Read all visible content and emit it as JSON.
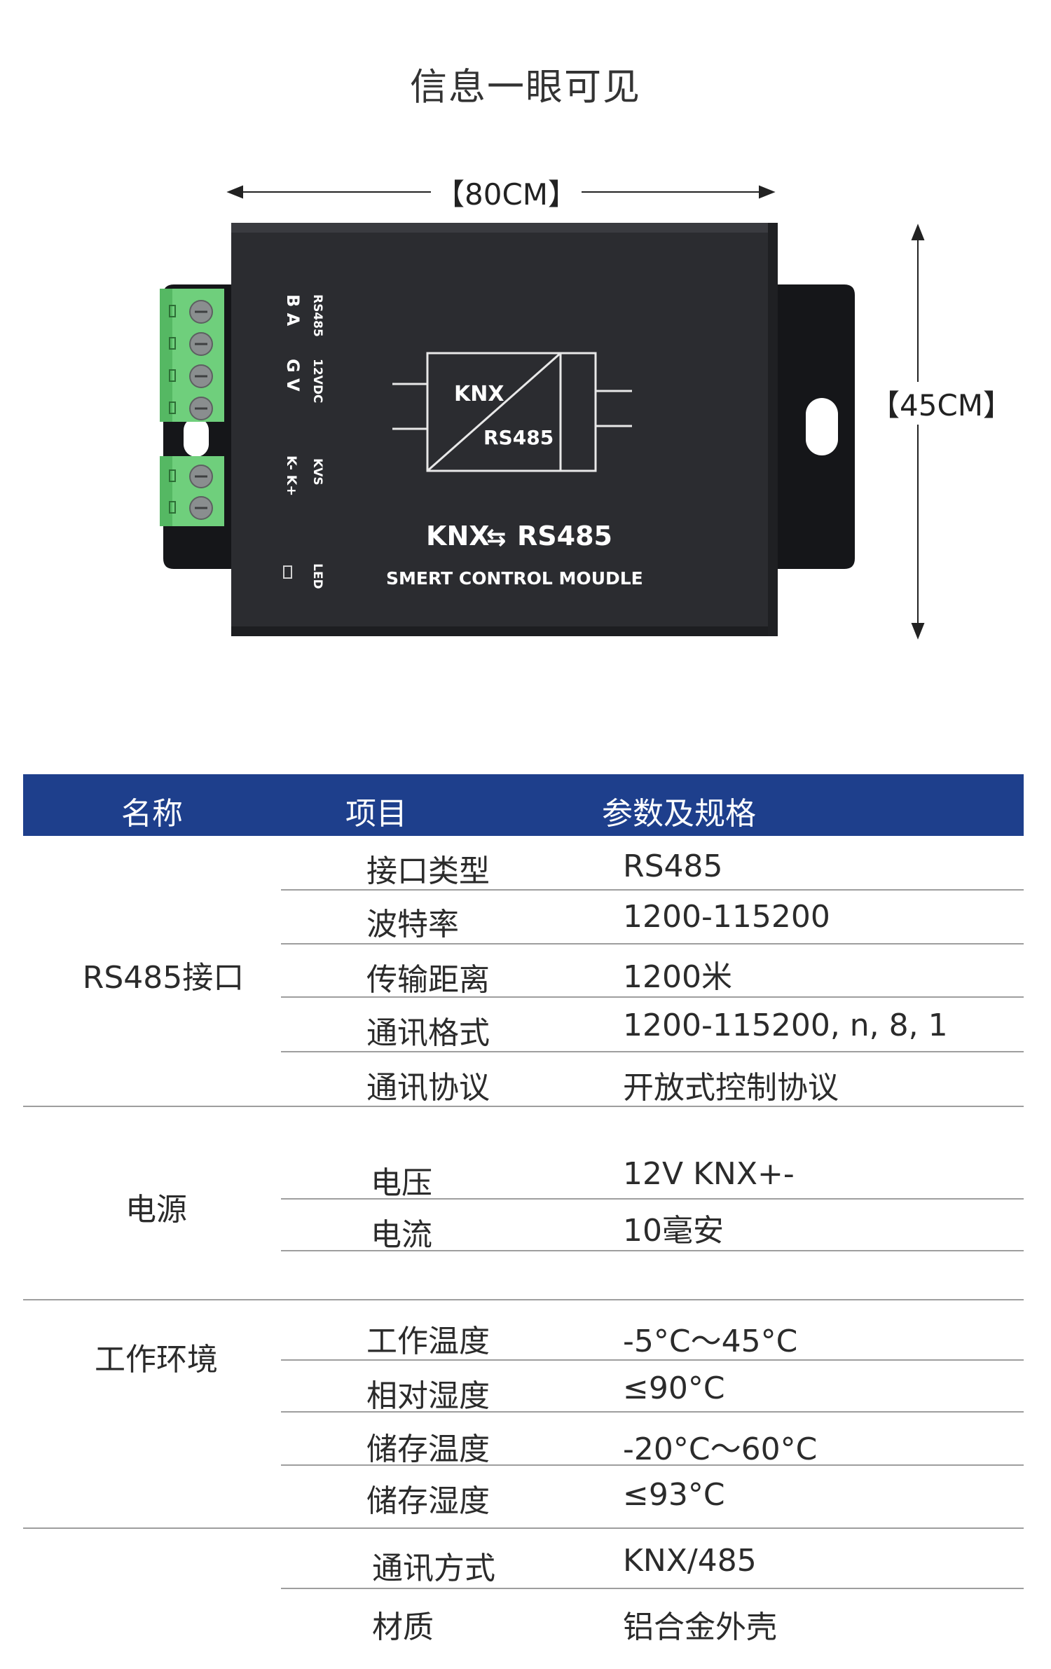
{
  "title": "信息一眼可见",
  "dimensions": {
    "width": "【80CM】",
    "height": "【45CM】"
  },
  "device": {
    "diagram_top": "KNX",
    "diagram_bottom": "RS485",
    "name_left": "KNX",
    "name_arrow": "⇆",
    "name_right": "RS485",
    "subtitle": "SMERT CONTROL MOUDLE",
    "label_rs485": "RS485",
    "label_ba": "B  A",
    "label_12vdc": "12VDC",
    "label_gv": "G  V",
    "label_kvs": "KVS",
    "label_k": "K- K+",
    "label_led": "LED"
  },
  "table": {
    "headers": {
      "name": "名称",
      "item": "项目",
      "param": "参数及规格"
    },
    "groups": [
      {
        "name": "RS485接口",
        "rows": [
          {
            "item": "接口类型",
            "value": "RS485"
          },
          {
            "item": "波特率",
            "value": "1200-115200"
          },
          {
            "item": "传输距离",
            "value": "1200米"
          },
          {
            "item": "通讯格式",
            "value": "1200-115200, n, 8, 1"
          },
          {
            "item": "通讯协议",
            "value": "开放式控制协议"
          }
        ]
      },
      {
        "name": "电源",
        "rows": [
          {
            "item": "电压",
            "value": "12V  KNX+-"
          },
          {
            "item": "电流",
            "value": "10毫安"
          }
        ]
      },
      {
        "name": "工作环境",
        "rows": [
          {
            "item": "工作温度",
            "value": "-5°C～45°C"
          },
          {
            "item": "相对湿度",
            "value": "≤90°C"
          },
          {
            "item": "储存温度",
            "value": "-20°C～60°C"
          },
          {
            "item": "储存湿度",
            "value": "≤93°C"
          }
        ]
      },
      {
        "name": "",
        "rows": [
          {
            "item": "通讯方式",
            "value": "KNX/485"
          },
          {
            "item": "材质",
            "value": "铝合金外壳"
          }
        ]
      }
    ]
  }
}
